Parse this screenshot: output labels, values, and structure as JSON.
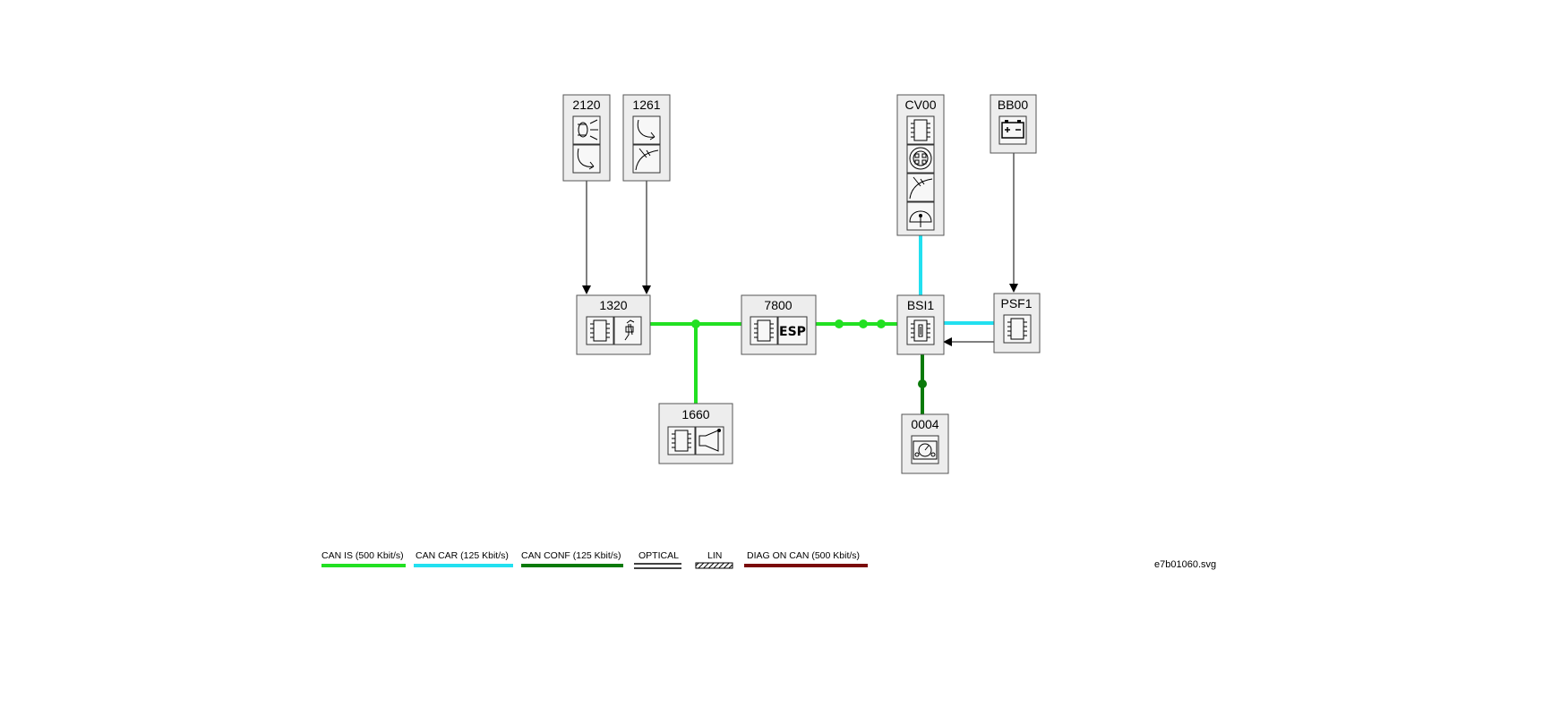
{
  "modules": {
    "m2120": {
      "label": "2120"
    },
    "m1261": {
      "label": "1261"
    },
    "mCV00": {
      "label": "CV00"
    },
    "mBB00": {
      "label": "BB00"
    },
    "m1320": {
      "label": "1320"
    },
    "m7800": {
      "label": "7800",
      "icon_text": "ESP"
    },
    "mBSI1": {
      "label": "BSI1"
    },
    "mPSF1": {
      "label": "PSF1"
    },
    "m1660": {
      "label": "1660"
    },
    "m0004": {
      "label": "0004"
    }
  },
  "legend": {
    "items": [
      {
        "label": "CAN IS (500 Kbit/s)",
        "color": "#22e022"
      },
      {
        "label": "CAN CAR (125 Kbit/s)",
        "color": "#22e0f0"
      },
      {
        "label": "CAN CONF (125 Kbit/s)",
        "color": "#0a7a0a"
      },
      {
        "label": "OPTICAL",
        "color": "#000000"
      },
      {
        "label": "LIN",
        "color": "#000000"
      },
      {
        "label": "DIAG ON CAN  (500 Kbit/s)",
        "color": "#7a0a0a"
      }
    ]
  },
  "footer": {
    "filename": "e7b01060.svg"
  },
  "colors": {
    "can_is": "#22e022",
    "can_car": "#22e0f0",
    "can_conf": "#0a7a0a",
    "box_fill": "#ededed",
    "icon_cell_fill": "#f7f7f7"
  }
}
